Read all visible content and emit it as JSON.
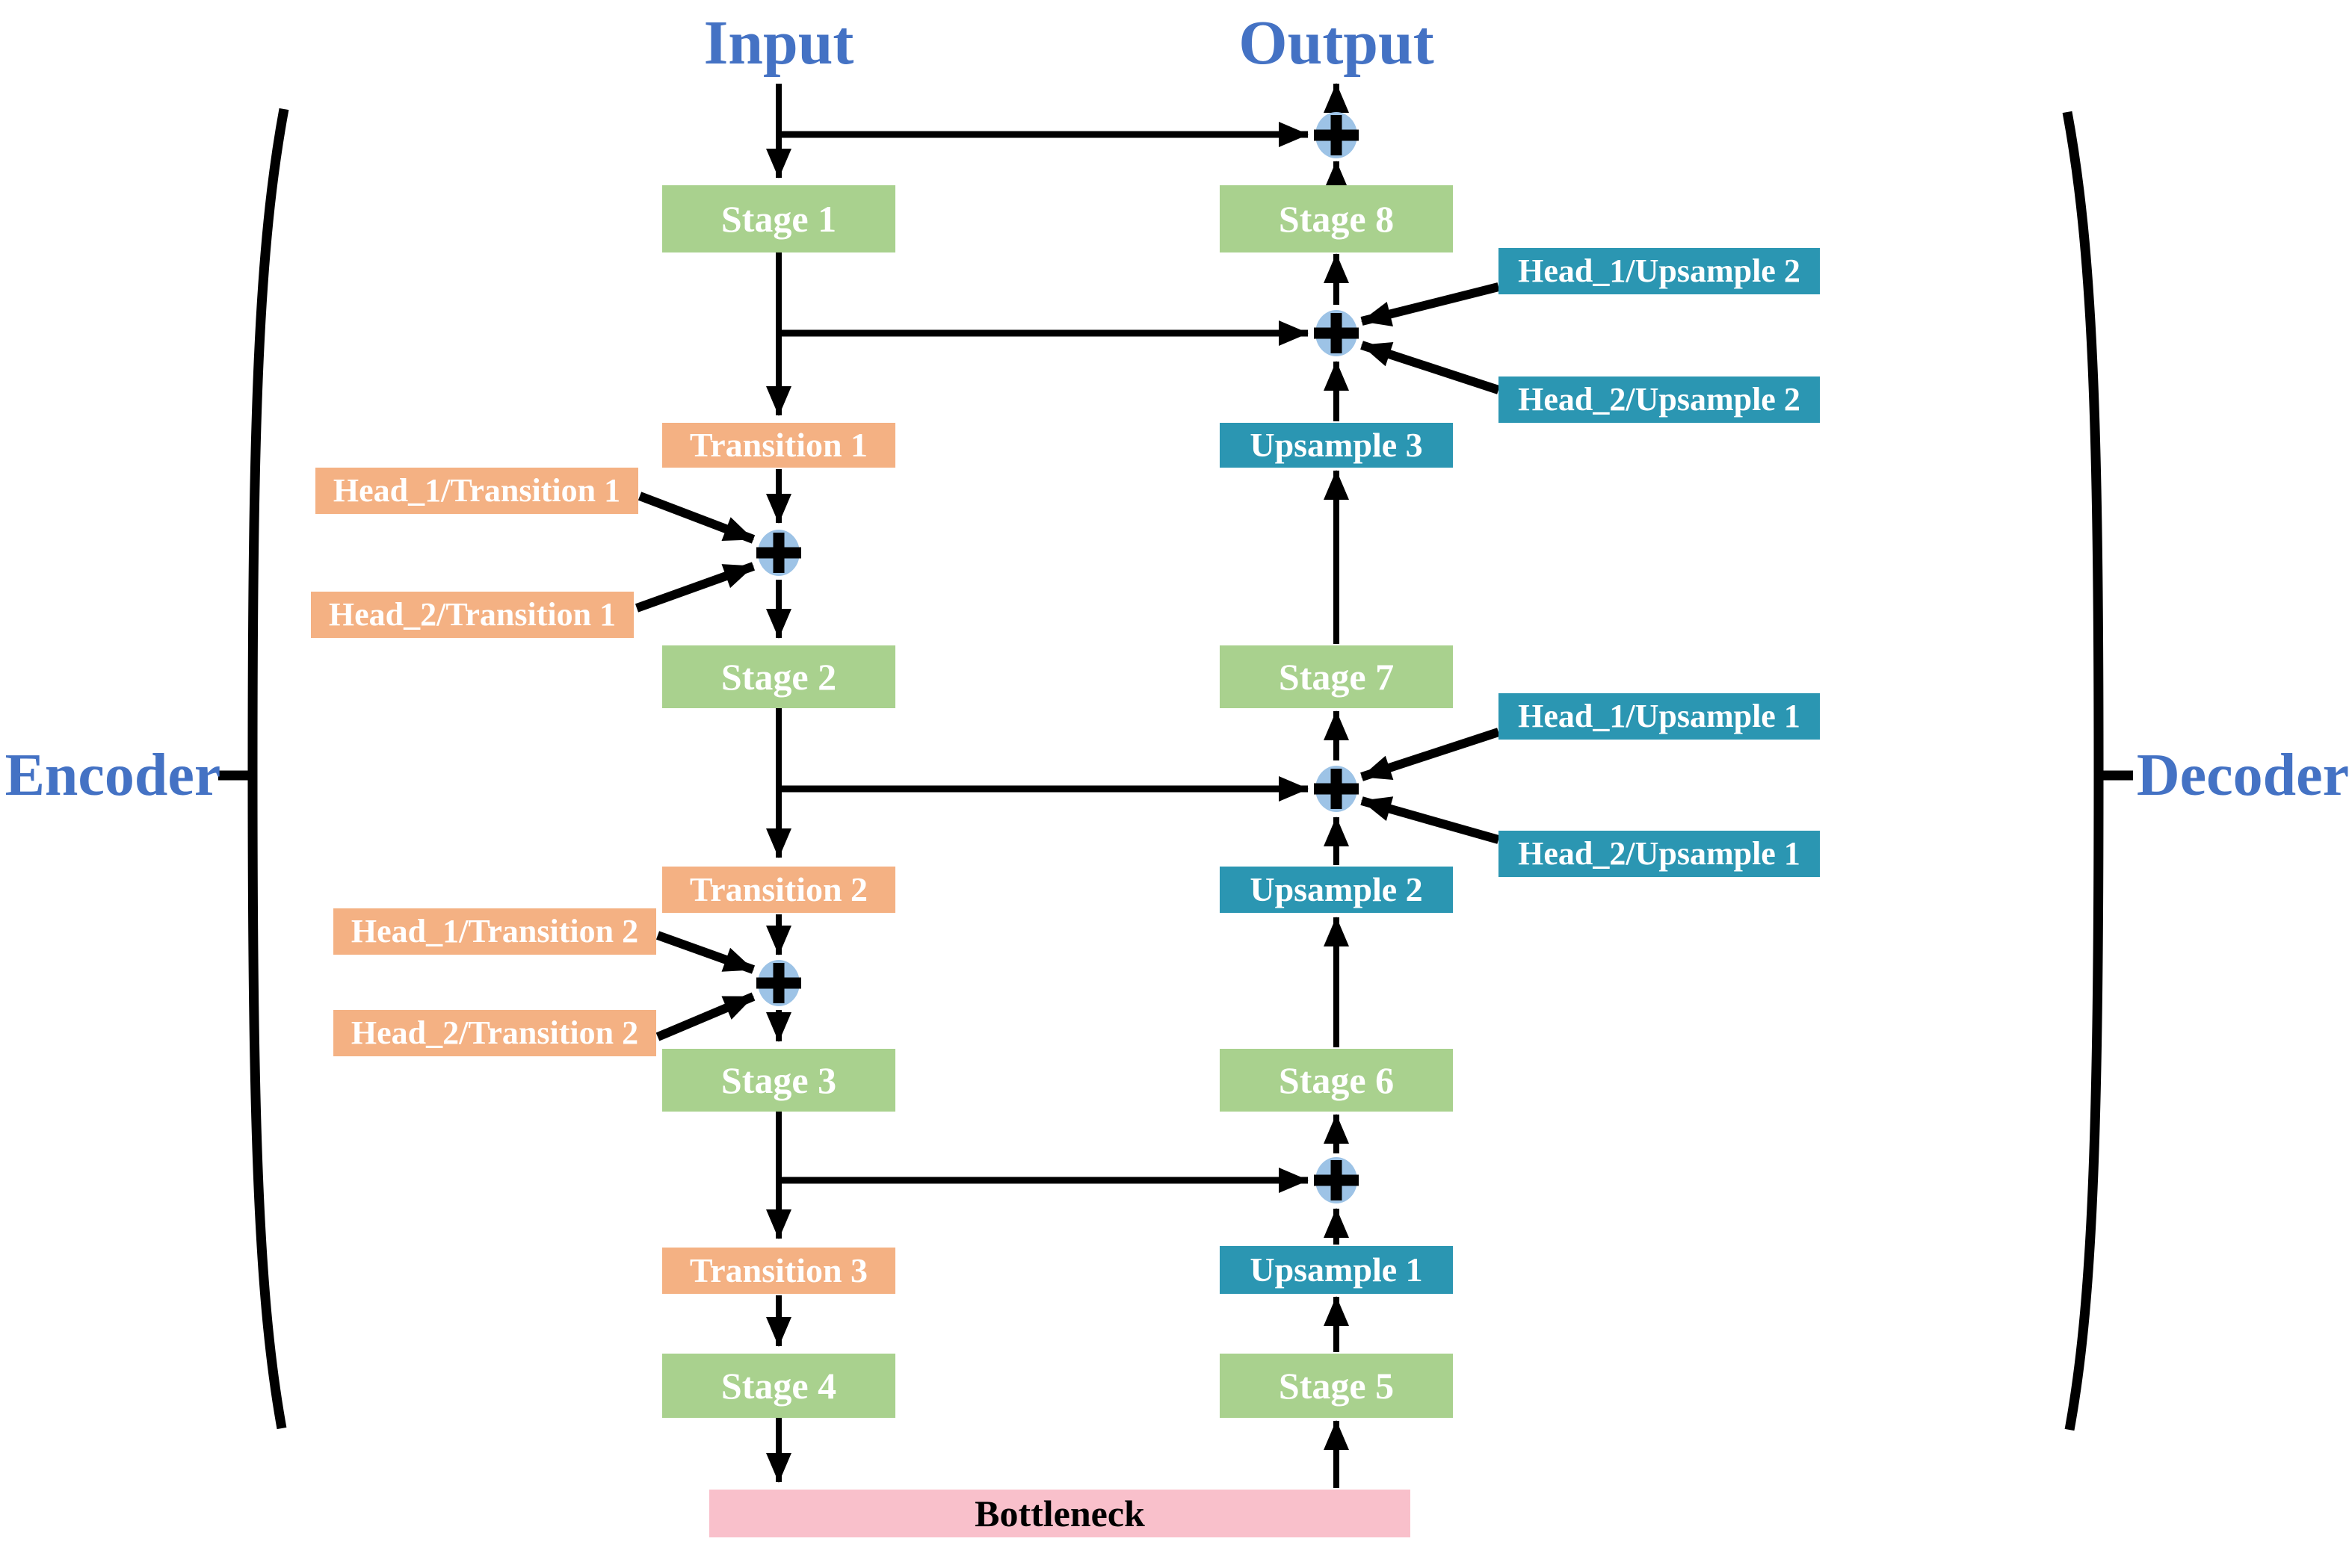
{
  "labels": {
    "input": "Input",
    "output": "Output",
    "encoder": "Encoder",
    "decoder": "Decoder"
  },
  "encoder": {
    "stages": {
      "stage1": "Stage 1",
      "stage2": "Stage 2",
      "stage3": "Stage 3",
      "stage4": "Stage 4"
    },
    "transitions": {
      "transition1": "Transition 1",
      "transition2": "Transition 2",
      "transition3": "Transition 3"
    },
    "heads": {
      "head1_transition1": "Head_1/Transition 1",
      "head2_transition1": "Head_2/Transition 1",
      "head1_transition2": "Head_1/Transition 2",
      "head2_transition2": "Head_2/Transition 2"
    }
  },
  "decoder": {
    "stages": {
      "stage5": "Stage 5",
      "stage6": "Stage 6",
      "stage7": "Stage 7",
      "stage8": "Stage 8"
    },
    "upsamples": {
      "upsample1": "Upsample 1",
      "upsample2": "Upsample 2",
      "upsample3": "Upsample 3"
    },
    "heads": {
      "head1_upsample1": "Head_1/Upsample 1",
      "head2_upsample1": "Head_2/Upsample 1",
      "head1_upsample2": "Head_1/Upsample 2",
      "head2_upsample2": "Head_2/Upsample 2"
    }
  },
  "bottleneck": {
    "label": "Bottleneck"
  },
  "icons": {
    "merge_operator": "+"
  },
  "colors": {
    "stage_green": "#A9D18E",
    "transition_orange": "#F4B183",
    "upsample_teal": "#2B96B2",
    "bottleneck_pink": "#F9C0CB",
    "merge_node_blue": "#9DC3E6",
    "label_blue": "#4472C4",
    "arrow_black": "#000000",
    "text_white": "#FFFFFF"
  }
}
